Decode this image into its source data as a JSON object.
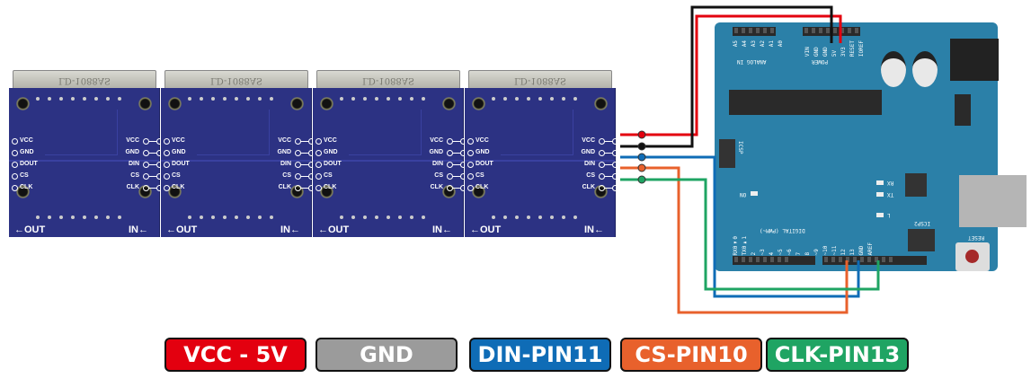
{
  "module": {
    "display_text": "LD-1088AS",
    "left_pins": [
      "VCC",
      "GND",
      "DOUT",
      "CS",
      "CLK"
    ],
    "right_pins": [
      "VCC",
      "GND",
      "DIN",
      "CS",
      "CLK"
    ],
    "out_label": "←OUT",
    "in_label": "IN←"
  },
  "arduino": {
    "analog_label": "ANALOG IN",
    "analog_pins": [
      "A5",
      "A4",
      "A3",
      "A2",
      "A1",
      "A0"
    ],
    "power_label": "POWER",
    "power_pins": [
      "VIN",
      "GND",
      "GND",
      "5V",
      "3V3",
      "RESET",
      "IOREF"
    ],
    "icsp": "ICSP",
    "icsp2": "ICSP2",
    "on": "ON",
    "rx": "RX",
    "tx": "TX",
    "l": "L",
    "reset": "RESET",
    "digital_label": "DIGITAL (PWM~)",
    "digital_pins": [
      "RX0◄0",
      "TX0►1",
      "2",
      "~3",
      "4",
      "~5",
      "~6",
      "7",
      "8",
      "~9",
      "~10",
      "~11",
      "12",
      "13",
      "GND",
      "AREF"
    ]
  },
  "legend": [
    {
      "label": "VCC - 5V",
      "color": "#e3000f"
    },
    {
      "label": "GND",
      "color": "#9b9b9b"
    },
    {
      "label": "DIN-PIN11",
      "color": "#0f6cb6"
    },
    {
      "label": "CS-PIN10",
      "color": "#e8612c"
    },
    {
      "label": "CLK-PIN13",
      "color": "#1fa463"
    }
  ],
  "wires": {
    "vcc": "#e3000f",
    "gnd": "#111111",
    "din": "#0f6cb6",
    "cs": "#e8612c",
    "clk": "#1fa463"
  }
}
